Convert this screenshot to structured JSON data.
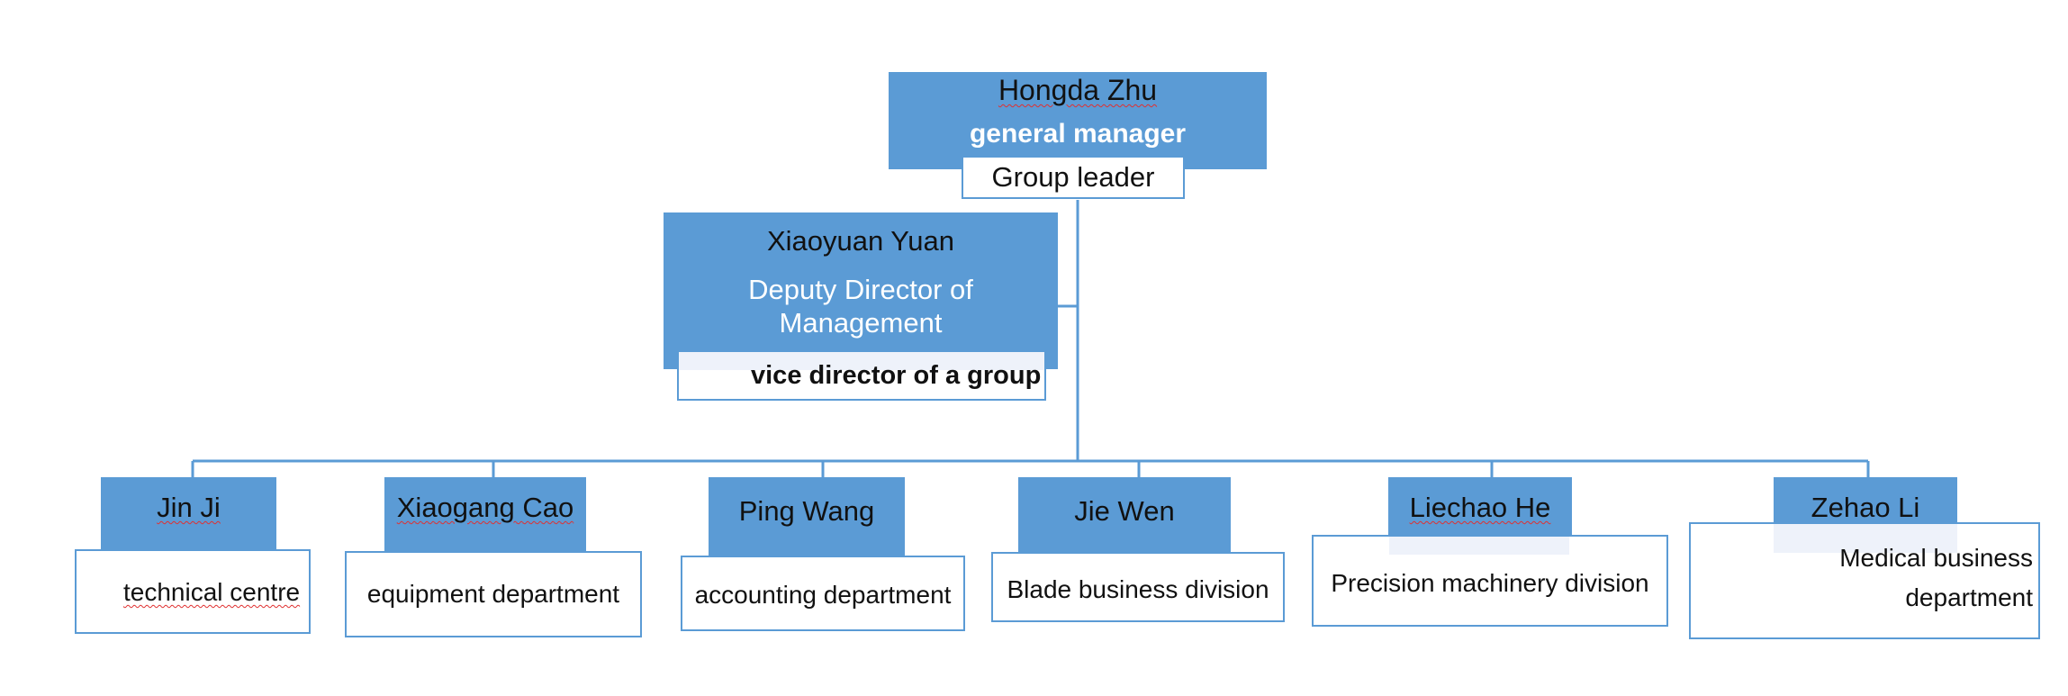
{
  "top": {
    "name": "Hongda Zhu",
    "title": "general manager",
    "role": "Group leader"
  },
  "deputy": {
    "name": "Xiaoyuan Yuan",
    "title_line1": "Deputy Director of",
    "title_line2": "Management",
    "role": "vice director of a group"
  },
  "members": [
    {
      "name": "Jin Ji",
      "dept": "technical centre"
    },
    {
      "name": "Xiaogang Cao",
      "dept": "equipment department"
    },
    {
      "name": "Ping Wang",
      "dept": "accounting department"
    },
    {
      "name": "Jie Wen",
      "dept": "Blade business division"
    },
    {
      "name": "Liechao He",
      "dept": "Precision machinery division"
    },
    {
      "name": "Zehao Li",
      "dept_line1": "Medical business",
      "dept_line2": "department"
    }
  ],
  "colors": {
    "box_fill": "#5b9bd5",
    "line": "#5b9bd5",
    "text_on_fill": "#ffffff"
  }
}
